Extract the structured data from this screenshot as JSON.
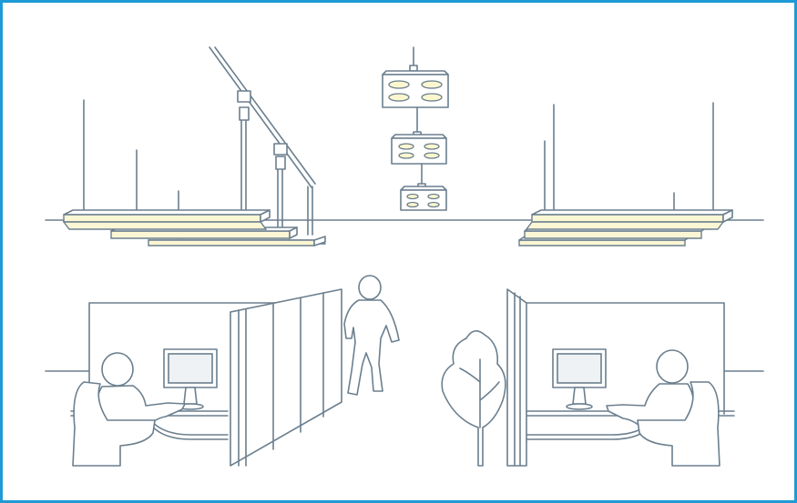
{
  "scene": {
    "frame_color": "#1e9ad6",
    "line_color": "#6b7f8e",
    "light_color": "#fbf6d4",
    "screen_color": "#eef2f5",
    "elements": [
      "suspended-linear-luminaire-left",
      "suspended-linear-luminaire-right",
      "pendant-downlight-cluster",
      "ceiling-line",
      "office-cubicle-left",
      "office-cubicle-right",
      "partition-panel",
      "walking-person",
      "office-plant",
      "seated-worker",
      "computer-monitor"
    ]
  }
}
